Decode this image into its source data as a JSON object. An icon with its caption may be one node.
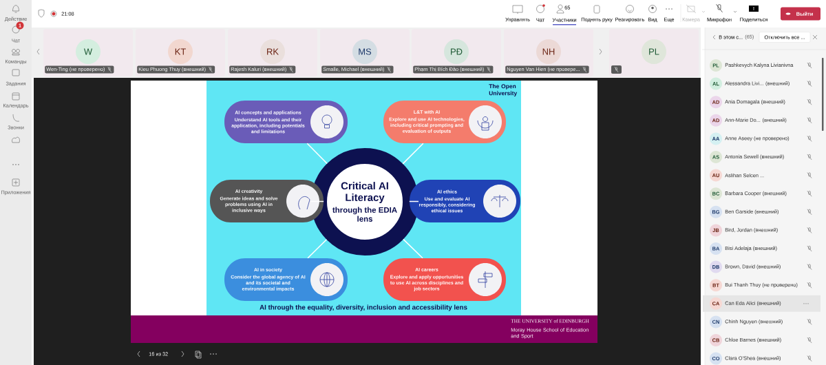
{
  "diagram": {
    "nodes": [
      {
        "text": [
          "Critical AI Literacy",
          "through the EDIA lens"
        ]
      },
      {
        "text": [
          "AI concepts and applications",
          "Understand AI tools and their application, including potentials and limitations"
        ]
      },
      {
        "text": [
          "L&T with AI",
          "Explore and use AI technologies, including critical prompting and evaluation of outputs"
        ]
      },
      {
        "text": [
          "AI creativity",
          "Generate ideas and solve problems using AI in inclusive ways"
        ]
      },
      {
        "text": [
          "AI ethics",
          "Use and evaluate AI responsibly, considering ethical issues"
        ]
      },
      {
        "text": [
          "AI in society",
          "Consider the global agency of AI and its societal and environmental impacts"
        ]
      },
      {
        "text": [
          "AI careers",
          "Explore and apply opportunities to use AI across disciplines and job sectors"
        ]
      }
    ],
    "edges": [
      {
        "from": 0,
        "to": 1,
        "arrow": "none"
      },
      {
        "from": 0,
        "to": 2,
        "arrow": "none"
      },
      {
        "from": 0,
        "to": 3,
        "arrow": "none"
      },
      {
        "from": 0,
        "to": 4,
        "arrow": "none"
      },
      {
        "from": 0,
        "to": 5,
        "arrow": "none"
      },
      {
        "from": 0,
        "to": 6,
        "arrow": "none"
      }
    ],
    "labels": [
      "Действие",
      "1",
      "Чат",
      "Команды",
      "Задания",
      "Календарь",
      "Звонки",
      "Приложения",
      "21:08",
      "Управлять",
      "Чат",
      "65",
      "Участники",
      "Поднять руку",
      "Реагировать",
      "Вид",
      "Еще",
      "Камера",
      "Микрофон",
      "Поделиться",
      "Выйти",
      "W",
      "Wen-Ting (не проверено)",
      "KT",
      "Kieu Phuong Thuy (внешний)",
      "RK",
      "Rajesh Kaluri (внешний)",
      "MS",
      "Smalle, Michael (внешний)",
      "PĐ",
      "Phạm Thị Bích Đào (внешний)",
      "NH",
      "Nguyen Van Hien (не провере...",
      "PL",
      "В этом с...",
      "(65)",
      "Отключить все ...",
      "PL",
      "Pashkevych Kalyna Livianivna",
      "AL",
      "Alessandra Livi... (внешний)",
      "AD",
      "Ania Domagala (внешний)",
      "AD",
      "Ann-Marie Do... (внешний)",
      "AA",
      "Anne Aseey (не проверено)",
      "AS",
      "Antonia Sewell (внешний)",
      "AU",
      "Aslihan Selcen ...",
      "BC",
      "Barbara Cooper (внешний)",
      "BG",
      "Ben Garside (внешний)",
      "JB",
      "Bird, Jordan (внешний)",
      "BA",
      "Bisi Adelaja (внешний)",
      "DB",
      "Brown, David (внешний)",
      "BT",
      "Bui Thanh Thuy (не проверено)",
      "CA",
      "Can Eda Alici (внешний)",
      "CN",
      "Chinh Nguyen (внешний)",
      "CB",
      "Chloe Barnes (внешний)",
      "CO",
      "Clara O'Shea (внешний)",
      "The Open University",
      "AI through the equality, diversity, inclusion and accessibility lens",
      "THE UNIVERSITY of EDINBURGH",
      "Moray House School of Education and Sport",
      "16 из 32"
    ]
  }
}
